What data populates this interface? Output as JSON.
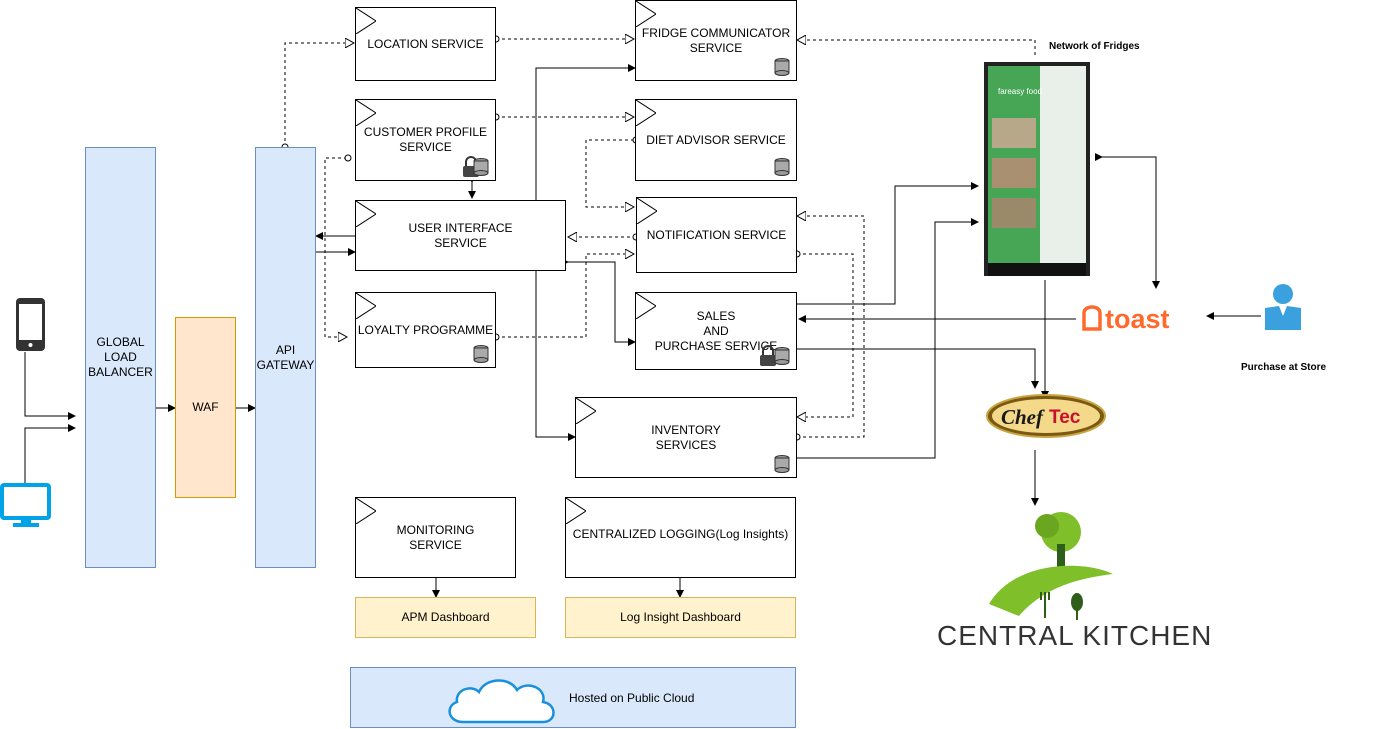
{
  "nodes": {
    "global_load_balancer": "GLOBAL\nLOAD\nBALANCER",
    "waf": "WAF",
    "api_gateway": "API\nGATEWAY",
    "location_service": "LOCATION SERVICE",
    "fridge_communicator_service": "FRIDGE COMMUNICATOR\nSERVICE",
    "customer_profile_service": "CUSTOMER PROFILE\nSERVICE",
    "diet_advisor_service": "DIET ADVISOR SERVICE",
    "user_interface_service": "USER INTERFACE\nSERVICE",
    "notification_service": "NOTIFICATION SERVICE",
    "loyalty_programme": "LOYALTY PROGRAMME",
    "sales_purchase_service": "SALES\nAND\nPURCHASE SERVICE",
    "inventory_services": "INVENTORY\nSERVICES",
    "monitoring_service": "MONITORING\nSERVICE",
    "centralized_logging": "CENTRALIZED LOGGING(Log Insights)",
    "apm_dashboard": "APM Dashboard",
    "log_insight_dashboard": "Log Insight Dashboard",
    "hosted_on_public_cloud": "Hosted on Public Cloud"
  },
  "labels": {
    "network_of_fridges": "Network of Fridges",
    "purchase_at_store": "Purchase at Store",
    "toast_logo": "toast",
    "cheftec_logo_chef": "Chef",
    "cheftec_logo_tec": "Tec",
    "central_kitchen": "CENTRAL KITCHEN",
    "fridge_brand": "fareasy food"
  },
  "colors": {
    "blue_fill": "#dae8fc",
    "blue_stroke": "#6c8ebf",
    "orange_fill": "#ffe6cc",
    "orange_stroke": "#d79b00",
    "yellow_fill": "#fff2cc",
    "yellow_stroke": "#d6b656",
    "device_icon": "#00a3e8",
    "toast_orange": "#ff6a2c",
    "kitchen_green": "#7fbf2a"
  },
  "icons": [
    "mobile-phone-icon",
    "desktop-monitor-icon",
    "database-icon",
    "lock-icon",
    "cloud-icon",
    "user-icon",
    "fridge-image",
    "toast-logo",
    "cheftec-logo",
    "central-kitchen-logo"
  ]
}
